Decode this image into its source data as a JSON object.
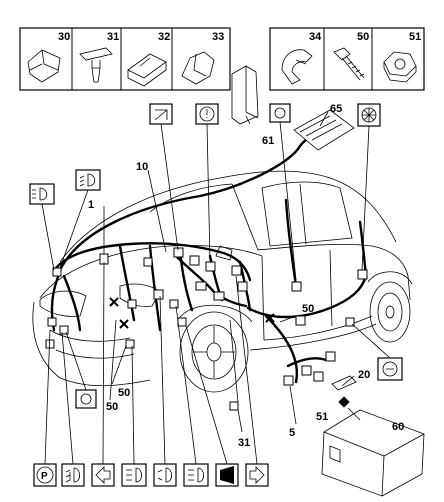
{
  "top_parts_left": [
    {
      "id": "part-30",
      "label": "30"
    },
    {
      "id": "part-31",
      "label": "31"
    },
    {
      "id": "part-32",
      "label": "32"
    },
    {
      "id": "part-33",
      "label": "33"
    }
  ],
  "top_parts_right": [
    {
      "id": "part-34",
      "label": "34"
    },
    {
      "id": "part-50",
      "label": "50"
    },
    {
      "id": "part-51",
      "label": "51"
    }
  ],
  "callouts": {
    "c1": "1",
    "c5": "5",
    "c10": "10",
    "c20": "20",
    "c31": "31",
    "c50a": "50",
    "c50b": "50",
    "c50c": "50",
    "c51": "51",
    "c60": "60",
    "c61": "61",
    "c65": "65"
  },
  "icons": {
    "bottom": [
      "parking-lamp-icon",
      "fog-lamp-icon",
      "left-turn-icon",
      "front-fog-icon",
      "side-lamp-icon",
      "headlamp-icon",
      "horn-icon",
      "right-turn-icon"
    ],
    "top": [
      "wiper-icon",
      "brake-warning-icon",
      "sensor-icon",
      "sunload-sensor-icon"
    ],
    "left": [
      "low-beam-icon",
      "high-beam-icon"
    ],
    "misc": [
      "airbag-sensor-icon",
      "alarm-sensor-icon"
    ]
  }
}
